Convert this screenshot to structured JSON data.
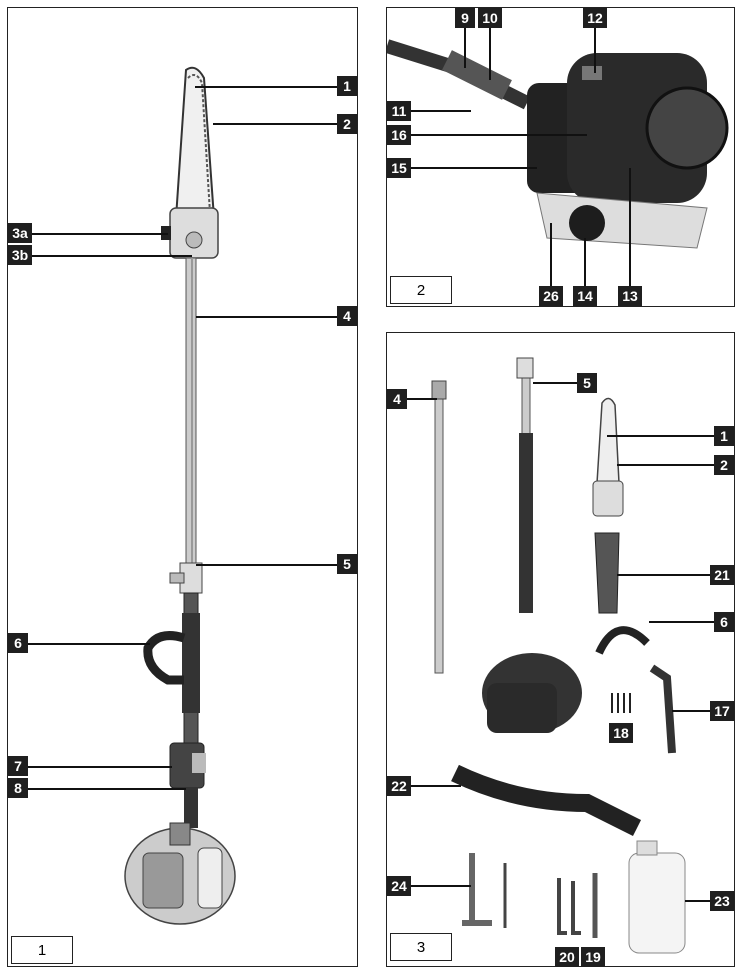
{
  "figures": [
    {
      "id": "fig1",
      "number": "1"
    },
    {
      "id": "fig2",
      "number": "2"
    },
    {
      "id": "fig3",
      "number": "3"
    }
  ],
  "fig1_labels": {
    "l1": "1",
    "l2": "2",
    "l3a": "3a",
    "l3b": "3b",
    "l4": "4",
    "l5": "5",
    "l6": "6",
    "l7": "7",
    "l8": "8"
  },
  "fig2_labels": {
    "l9": "9",
    "l10": "10",
    "l12": "12",
    "l11": "11",
    "l16": "16",
    "l15": "15",
    "l26": "26",
    "l14": "14",
    "l13": "13"
  },
  "fig3_labels": {
    "l4": "4",
    "l5": "5",
    "l1": "1",
    "l2": "2",
    "l21": "21",
    "l6": "6",
    "l17": "17",
    "l18": "18",
    "l22": "22",
    "l24": "24",
    "l23": "23",
    "l20": "20",
    "l19": "19"
  }
}
